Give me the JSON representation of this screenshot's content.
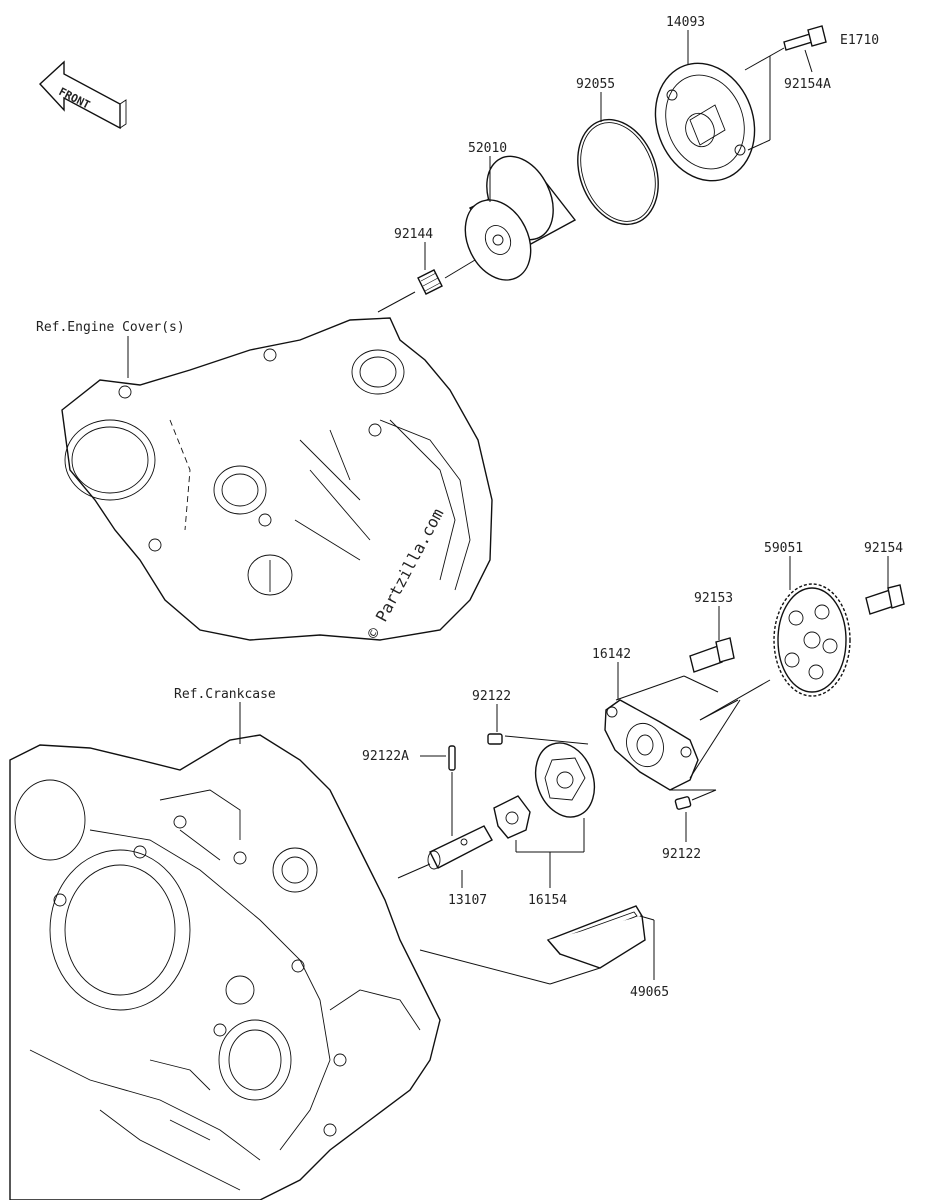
{
  "front_label": "FRONT",
  "code": "E1710",
  "watermark": "© Partzilla.com",
  "refs": {
    "engine_cover": "Ref.Engine Cover(s)",
    "crankcase": "Ref.Crankcase"
  },
  "parts": {
    "p14093": "14093",
    "p92154A": "92154A",
    "p92055": "92055",
    "p52010": "52010",
    "p92144": "92144",
    "p59051": "59051",
    "p92154": "92154",
    "p92153": "92153",
    "p16142": "16142",
    "p92122_top": "92122",
    "p92122A": "92122A",
    "p92122_bot": "92122",
    "p13107": "13107",
    "p16154": "16154",
    "p49065": "49065"
  }
}
